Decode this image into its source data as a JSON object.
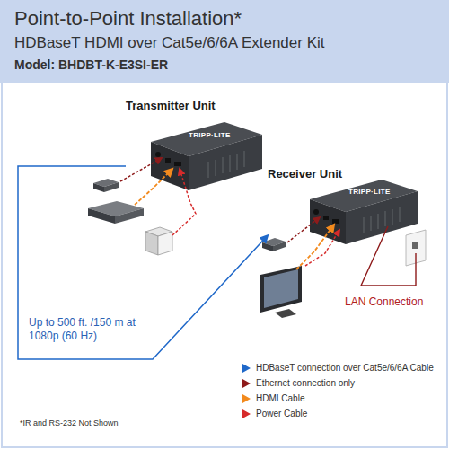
{
  "diagram": {
    "title": "Point-to-Point Installation*",
    "nodes": [
      {
        "text": [
          "Transmitter Unit",
          "TRIPP·LITE"
        ]
      },
      {
        "text": [
          "Receiver Unit",
          "TRIPP·LITE"
        ]
      }
    ],
    "edges": [
      {
        "from": 0,
        "to": 1,
        "arrow": "to",
        "label": "Up to 500 ft. /150 m at 1080p (60 Hz)"
      }
    ],
    "labels": [
      "HDBaseT HDMI over Cat5e/6/6A Extender Kit",
      "Model: BHDBT-K-E3SI-ER",
      "LAN Connection",
      "*IR and RS-232 Not Shown"
    ],
    "legend": [
      {
        "text": "HDBaseT connection over Cat5e/6/6A Cable",
        "color": "#1f68c9"
      },
      {
        "text": "Ethernet connection only",
        "color": "#8e1b1b"
      },
      {
        "text": "HDMI Cable",
        "color": "#f28a1e"
      },
      {
        "text": "Power Cable",
        "color": "#d62b2b"
      }
    ]
  }
}
